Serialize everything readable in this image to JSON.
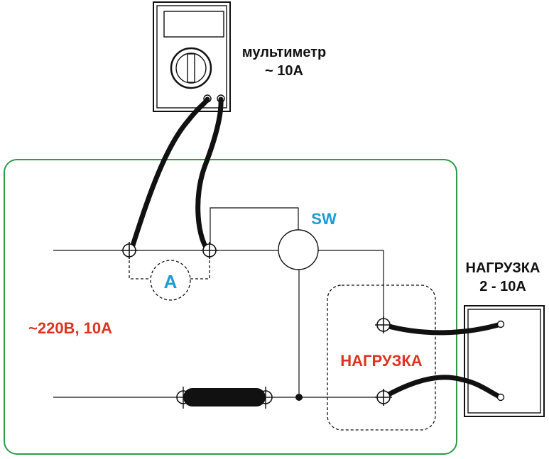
{
  "multimeter": {
    "label_line1": "мультиметр",
    "label_line2": "~ 10А"
  },
  "switch": {
    "label": "SW"
  },
  "ammeter": {
    "label": "А"
  },
  "supply": {
    "label": "~220В, 10А"
  },
  "load_zone": {
    "label": "НАГРУЗКА"
  },
  "external_load": {
    "label_line1": "НАГРУЗКА",
    "label_line2": "2 - 10А"
  },
  "colors": {
    "board_border": "#2e9a4a",
    "red_text": "#dd3322",
    "blue_text": "#1e9ad6",
    "line": "#111111"
  }
}
